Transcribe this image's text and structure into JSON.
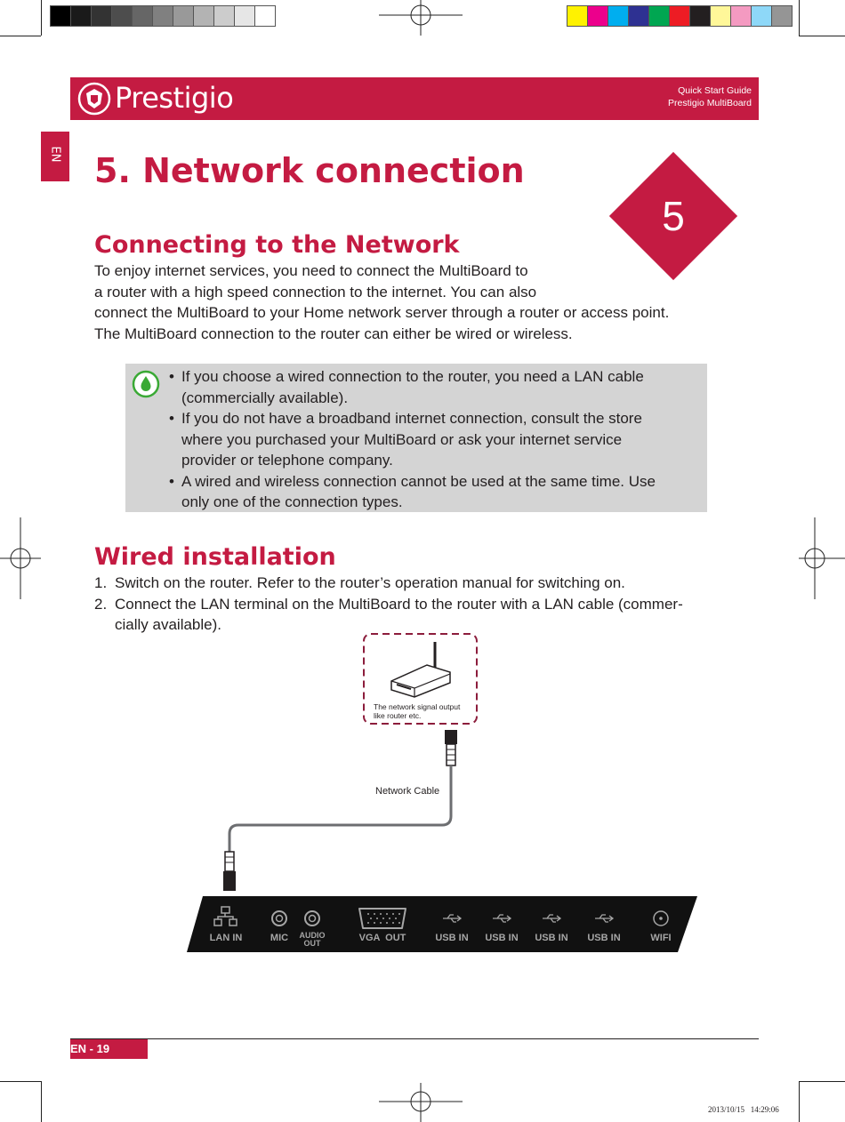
{
  "header": {
    "brand": "Prestigio",
    "guide": "Quick Start Guide",
    "product": "Prestigio MultiBoard"
  },
  "language_tab": "EN",
  "chapter": {
    "title": "5. Network connection",
    "number": "5"
  },
  "section1": {
    "heading": "Connecting to the Network",
    "lines": [
      "To enjoy internet services, you need to connect the MultiBoard to",
      "a router with a high speed connection to the internet. You can also",
      "connect the MultiBoard to your Home network server through a router or access point.",
      "The MultiBoard connection to the router can either be wired or wireless."
    ]
  },
  "note": {
    "icon": "water-drop-icon",
    "bullets": [
      [
        "If you choose a wired connection to the router, you need a LAN cable",
        "(commercially available)."
      ],
      [
        "If you do not have a broadband internet connection, consult the store",
        "where you purchased your MultiBoard or ask your internet service",
        "provider or telephone company."
      ],
      [
        "A wired and wireless connection cannot be used at the same time. Use",
        "only one of the connection types."
      ]
    ]
  },
  "section2": {
    "heading": "Wired installation",
    "steps": [
      {
        "num": "1.",
        "lines": [
          "Switch on the router. Refer to the router’s operation manual for switching on."
        ]
      },
      {
        "num": "2.",
        "lines": [
          "Connect the LAN terminal on the MultiBoard to the router with a LAN cable (commer-",
          "cially available)."
        ]
      }
    ]
  },
  "diagram": {
    "router_caption_1": "The network signal output",
    "router_caption_2": "like router etc.",
    "cable_label": "Network Cable",
    "ports": [
      "LAN IN",
      "MIC",
      "AUDIO",
      "OUT",
      "VGA  OUT",
      "USB IN",
      "USB IN",
      "USB IN",
      "USB IN",
      "WIFI"
    ]
  },
  "footer": {
    "page": "EN - 19",
    "timestamp": "2013/10/15   14:29:06"
  },
  "colors": {
    "brand": "#c41b42",
    "note_bg": "#d4d4d4",
    "icon_green": "#3aa935",
    "swatches_gray": [
      "#000000",
      "#1a1a1a",
      "#333333",
      "#4d4d4d",
      "#666666",
      "#808080",
      "#999999",
      "#b3b3b3",
      "#cccccc",
      "#e6e6e6",
      "#ffffff"
    ],
    "swatches_color": [
      "#fff200",
      "#ec008c",
      "#00aeef",
      "#2e3192",
      "#00a651",
      "#ed1c24",
      "#231f20",
      "#fff799",
      "#f49ac1",
      "#8ed8f8",
      "#959595"
    ]
  }
}
